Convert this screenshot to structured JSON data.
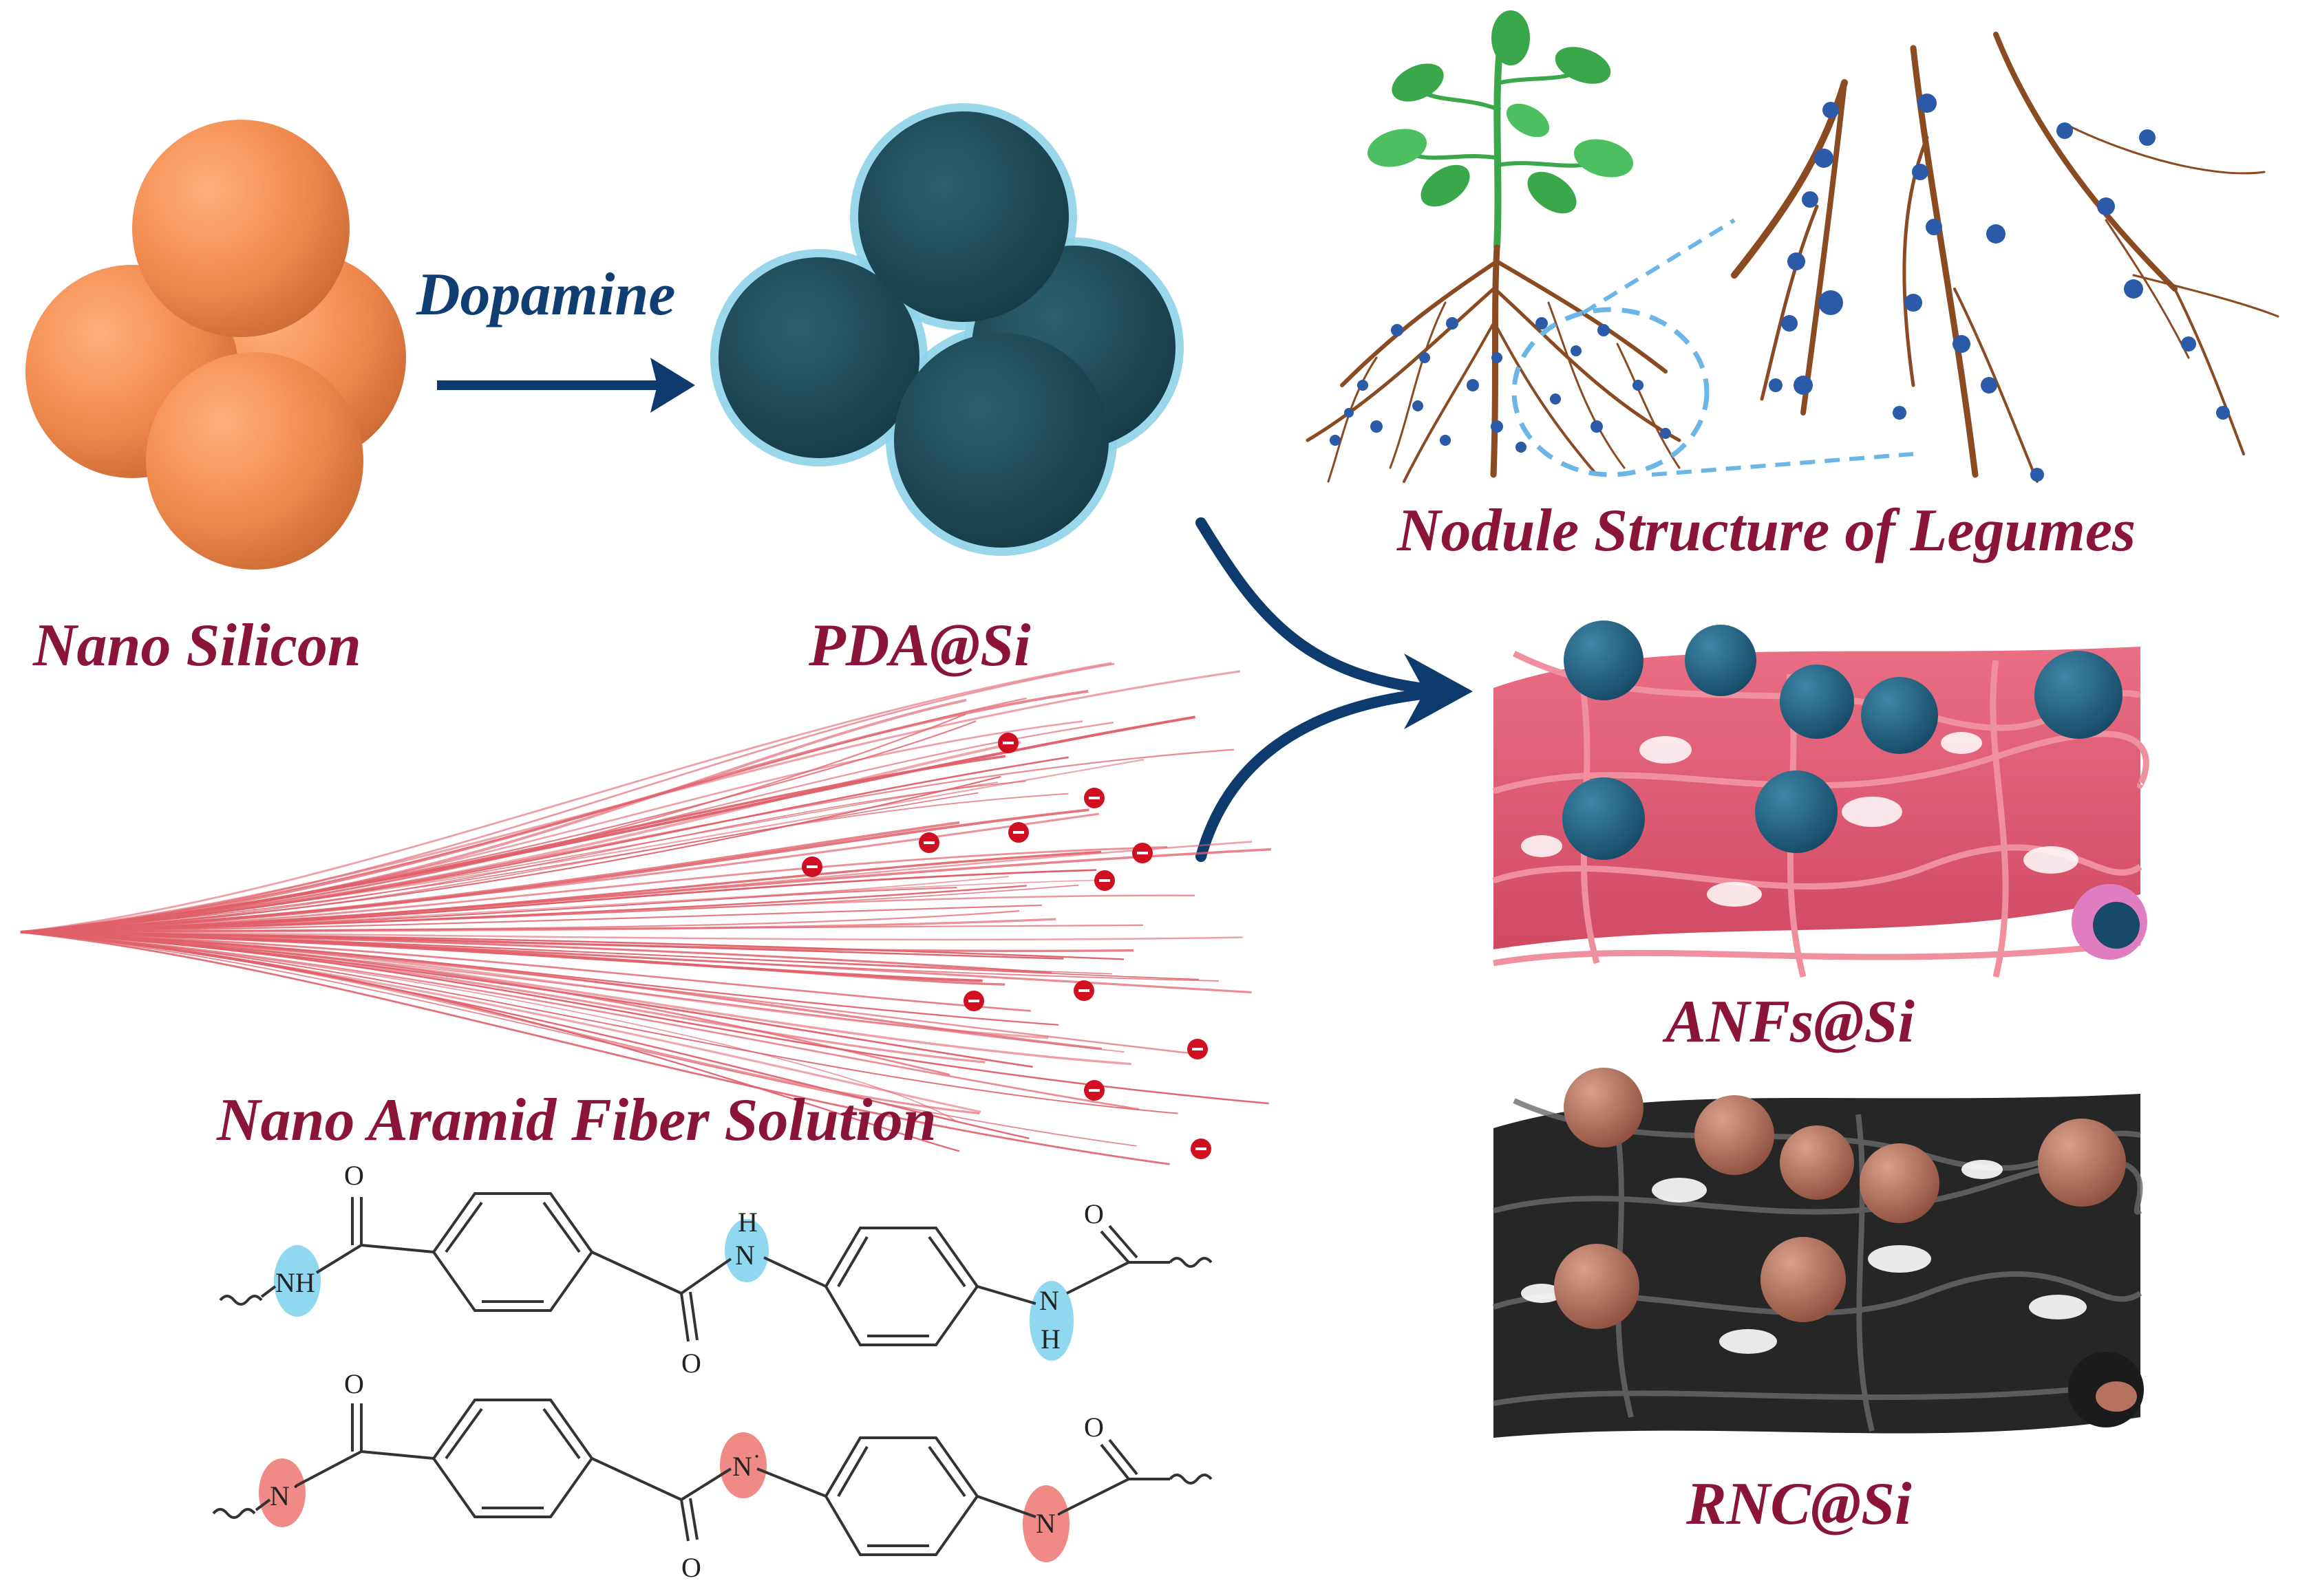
{
  "labels": {
    "nano_silicon": "Nano Silicon",
    "dopamine": "Dopamine",
    "pda_si": "PDA@Si",
    "nodule_structure": "Nodule Structure of Legumes",
    "anfs_si": "ANFs@Si",
    "nano_aramid": "Nano Aramid Fiber Solution",
    "rnc_si": "RNC@Si"
  },
  "chem": {
    "atom_o": "O",
    "atom_nh": "NH",
    "atom_h": "H",
    "atom_n": "N",
    "charge": "-",
    "radical_dot": "·"
  },
  "colors": {
    "label_red": "#8b1538",
    "label_blue": "#103e72",
    "arrow": "#0d3b6e",
    "silicon": "#f0894e",
    "pda_sphere": "#1c4a5a",
    "pda_shell": "#8fd3e8",
    "fiber": "#e0606a",
    "anf_network": "#e25c72",
    "rnc_network": "#1b1b1b",
    "rnc_sphere": "#b5725e",
    "nodule": "#2a5aa8",
    "root": "#8a4a22",
    "leaf": "#3aa84a",
    "nh_highlight": "#8fd8ef",
    "n_highlight": "#ef8a86",
    "charge": "#d01020"
  }
}
